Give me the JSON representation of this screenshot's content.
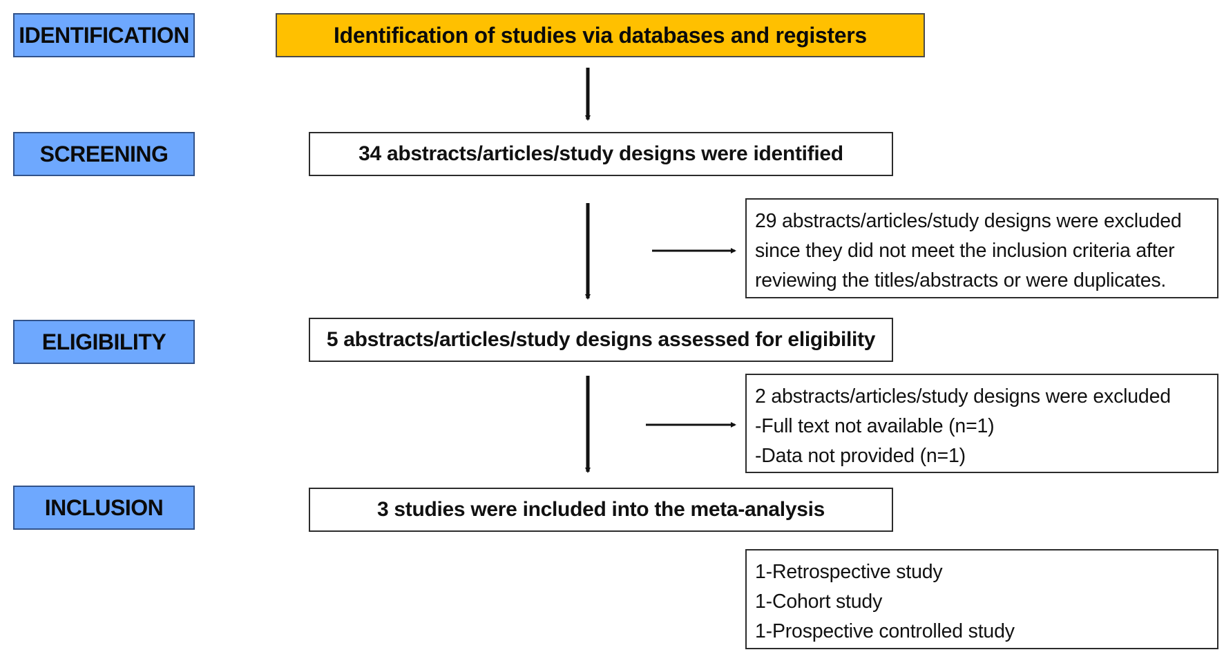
{
  "stages": {
    "identification": "IDENTIFICATION",
    "screening": "SCREENING",
    "eligibility": "ELIGIBILITY",
    "inclusion": "INCLUSION"
  },
  "flow": {
    "header": "Identification of studies via databases and registers",
    "identified": "34 abstracts/articles/study designs were identified",
    "assessed": "5 abstracts/articles/study designs assessed for eligibility",
    "included": "3 studies were included into the meta-analysis"
  },
  "exclusions": {
    "screening": [
      "29 abstracts/articles/study designs were excluded",
      "since they did not meet the inclusion criteria after",
      "reviewing the titles/abstracts or were duplicates."
    ],
    "eligibility": [
      "2 abstracts/articles/study designs were excluded",
      "-Full text not available (n=1)",
      "-Data not provided (n=1)"
    ]
  },
  "included_types": [
    "1-Retrospective study",
    "1-Cohort study",
    "1-Prospective controlled study"
  ],
  "colors": {
    "stage_fill": "#6ea8fe",
    "header_fill": "#ffc000",
    "border": "#2b2b2b"
  }
}
